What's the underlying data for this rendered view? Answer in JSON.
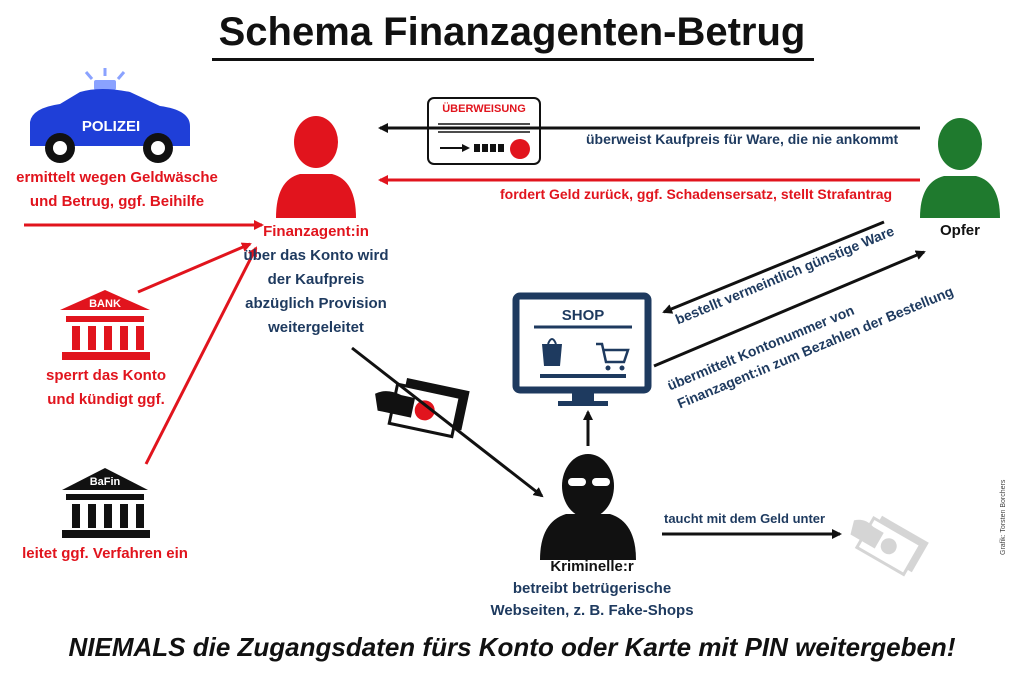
{
  "title": "Schema Finanzagenten-Betrug",
  "police": {
    "car_label": "POLIZEI",
    "line1": "ermittelt wegen Geldwäsche",
    "line2": "und Betrug, ggf. Beihilfe"
  },
  "bank": {
    "label": "BANK",
    "line1": "sperrt das Konto",
    "line2": "und kündigt ggf."
  },
  "bafin": {
    "label": "BaFin",
    "line1": "leitet ggf. Verfahren ein"
  },
  "agent": {
    "title": "Finanzagent:in",
    "line1": "über das Konto wird",
    "line2": "der Kaufpreis",
    "line3": "abzüglich Provision",
    "line4": "weitergeleitet"
  },
  "transfer": {
    "label": "ÜBERWEISUNG"
  },
  "victim": {
    "label": "Opfer"
  },
  "arrows": {
    "pays": "überweist Kaufpreis für Ware, die nie ankommt",
    "demands": "fordert Geld zurück, ggf. Schadensersatz, stellt Strafantrag",
    "orders": "bestellt vermeintlich günstige Ware",
    "account1": "übermittelt Kontonummer von",
    "account2": "Finanzagent:in zum Bezahlen der Bestellung",
    "vanish": "taucht mit dem Geld unter"
  },
  "shop": {
    "label": "SHOP"
  },
  "criminal": {
    "title": "Kriminelle:r",
    "line1": "betreibt betrügerische",
    "line2": "Webseiten, z. B. Fake-Shops"
  },
  "footer": "NIEMALS die Zugangsdaten fürs Konto oder Karte mit PIN weitergeben!",
  "credit": "Grafik: Torsten Borchers",
  "colors": {
    "red": "#e1141d",
    "blue": "#1e3a5f",
    "police": "#1f3fd8",
    "victim": "#1f7a2e"
  }
}
